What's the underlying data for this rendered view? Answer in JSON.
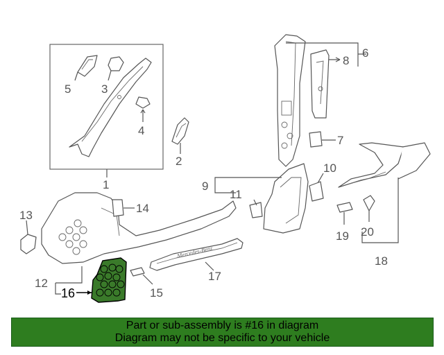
{
  "diagram": {
    "callouts": [
      "1",
      "2",
      "3",
      "4",
      "5",
      "6",
      "7",
      "8",
      "9",
      "10",
      "11",
      "12",
      "13",
      "14",
      "15",
      "16",
      "17",
      "18",
      "19",
      "20"
    ],
    "highlighted_callout": "16",
    "sill_plate_engraving": "Mercedes-Benz"
  },
  "banner": {
    "line1": "Part or sub-assembly is #16 in diagram",
    "line2": "Diagram may not be specific to your vehicle"
  },
  "colors": {
    "banner_background": "#2e7d1f",
    "highlight_part_fill": "#3a7a2a",
    "line_color": "#555555"
  }
}
